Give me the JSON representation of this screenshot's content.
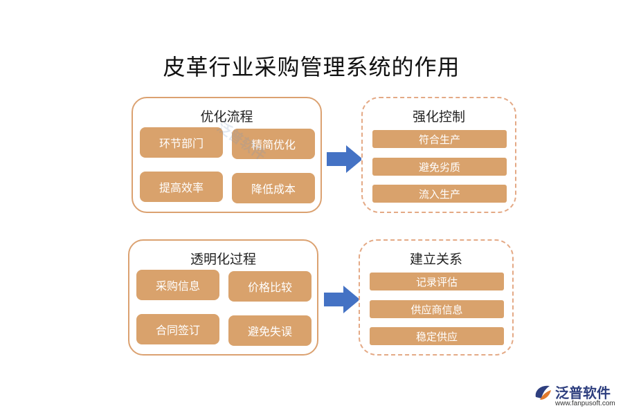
{
  "title": "皮革行业采购管理系统的作用",
  "groups": {
    "g1": {
      "title": "优化流程",
      "items": [
        "环节部门",
        "精简优化",
        "提高效率",
        "降低成本"
      ]
    },
    "g2": {
      "title": "强化控制",
      "items": [
        "符合生产",
        "避免劣质",
        "流入生产"
      ]
    },
    "g3": {
      "title": "透明化过程",
      "items": [
        "采购信息",
        "价格比较",
        "合同签订",
        "避免失误"
      ]
    },
    "g4": {
      "title": "建立关系",
      "items": [
        "记录评估",
        "供应商信息",
        "稳定供应"
      ]
    }
  },
  "watermark": "泛普软件",
  "logo": {
    "name": "泛普软件",
    "url": "www.fanpusoft.com"
  },
  "colors": {
    "cell": "#d9a26c",
    "border": "#dba170",
    "arrow": "#4472c4"
  }
}
